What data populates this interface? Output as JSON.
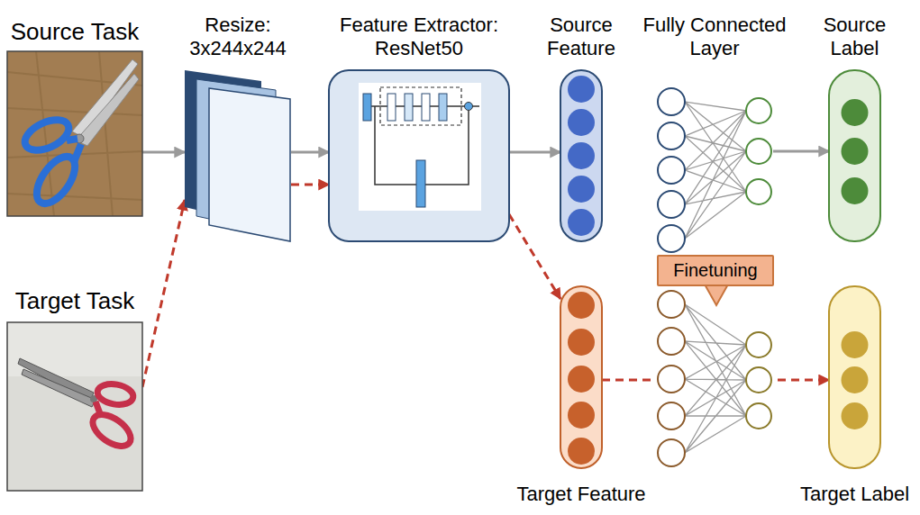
{
  "diagram": {
    "nodes": [
      {
        "text": [
          "Source Task"
        ]
      },
      {
        "text": [
          "Target Task"
        ]
      },
      {
        "text": [
          "Resize: 3x244x244"
        ]
      },
      {
        "text": [
          "Feature Extractor: ResNet50"
        ]
      },
      {
        "text": [
          "Source Feature"
        ]
      },
      {
        "text": [
          "Fully Connected Layer"
        ]
      },
      {
        "text": [
          "Source Label"
        ]
      },
      {
        "text": [
          "Finetuning"
        ]
      },
      {
        "text": [
          "Target Feature"
        ]
      },
      {
        "text": [
          "Target Label"
        ]
      }
    ],
    "edges": [
      {
        "from": 0,
        "to": 2,
        "arrow": "to"
      },
      {
        "from": 1,
        "to": 2,
        "arrow": "to"
      },
      {
        "from": 2,
        "to": 3,
        "arrow": "to"
      },
      {
        "from": 2,
        "to": 3,
        "arrow": "to"
      },
      {
        "from": 3,
        "to": 4,
        "arrow": "to"
      },
      {
        "from": 3,
        "to": 8,
        "arrow": "to"
      },
      {
        "from": 5,
        "to": 6,
        "arrow": "to"
      },
      {
        "from": 8,
        "to": 9,
        "arrow": "to"
      }
    ]
  }
}
